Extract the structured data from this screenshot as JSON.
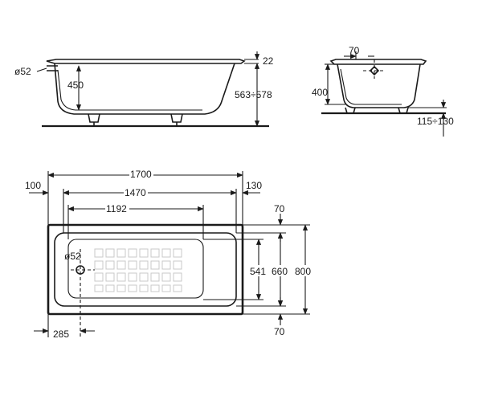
{
  "side_view": {
    "drain_diameter": "ø52",
    "inner_depth": "450",
    "rim_thickness": "22",
    "total_height": "563÷578"
  },
  "end_view": {
    "overflow_offset": "70",
    "inner_depth": "400",
    "leg_height": "115÷130"
  },
  "plan_view": {
    "outer_length": "1700",
    "inner_length": "1470",
    "flat_bottom_length": "1192",
    "left_margin": "100",
    "right_margin": "130",
    "top_margin": "70",
    "bottom_margin": "70",
    "bottom_width": "541",
    "inner_width": "660",
    "outer_width": "800",
    "drain_diameter": "ø52",
    "drain_offset": "285"
  }
}
